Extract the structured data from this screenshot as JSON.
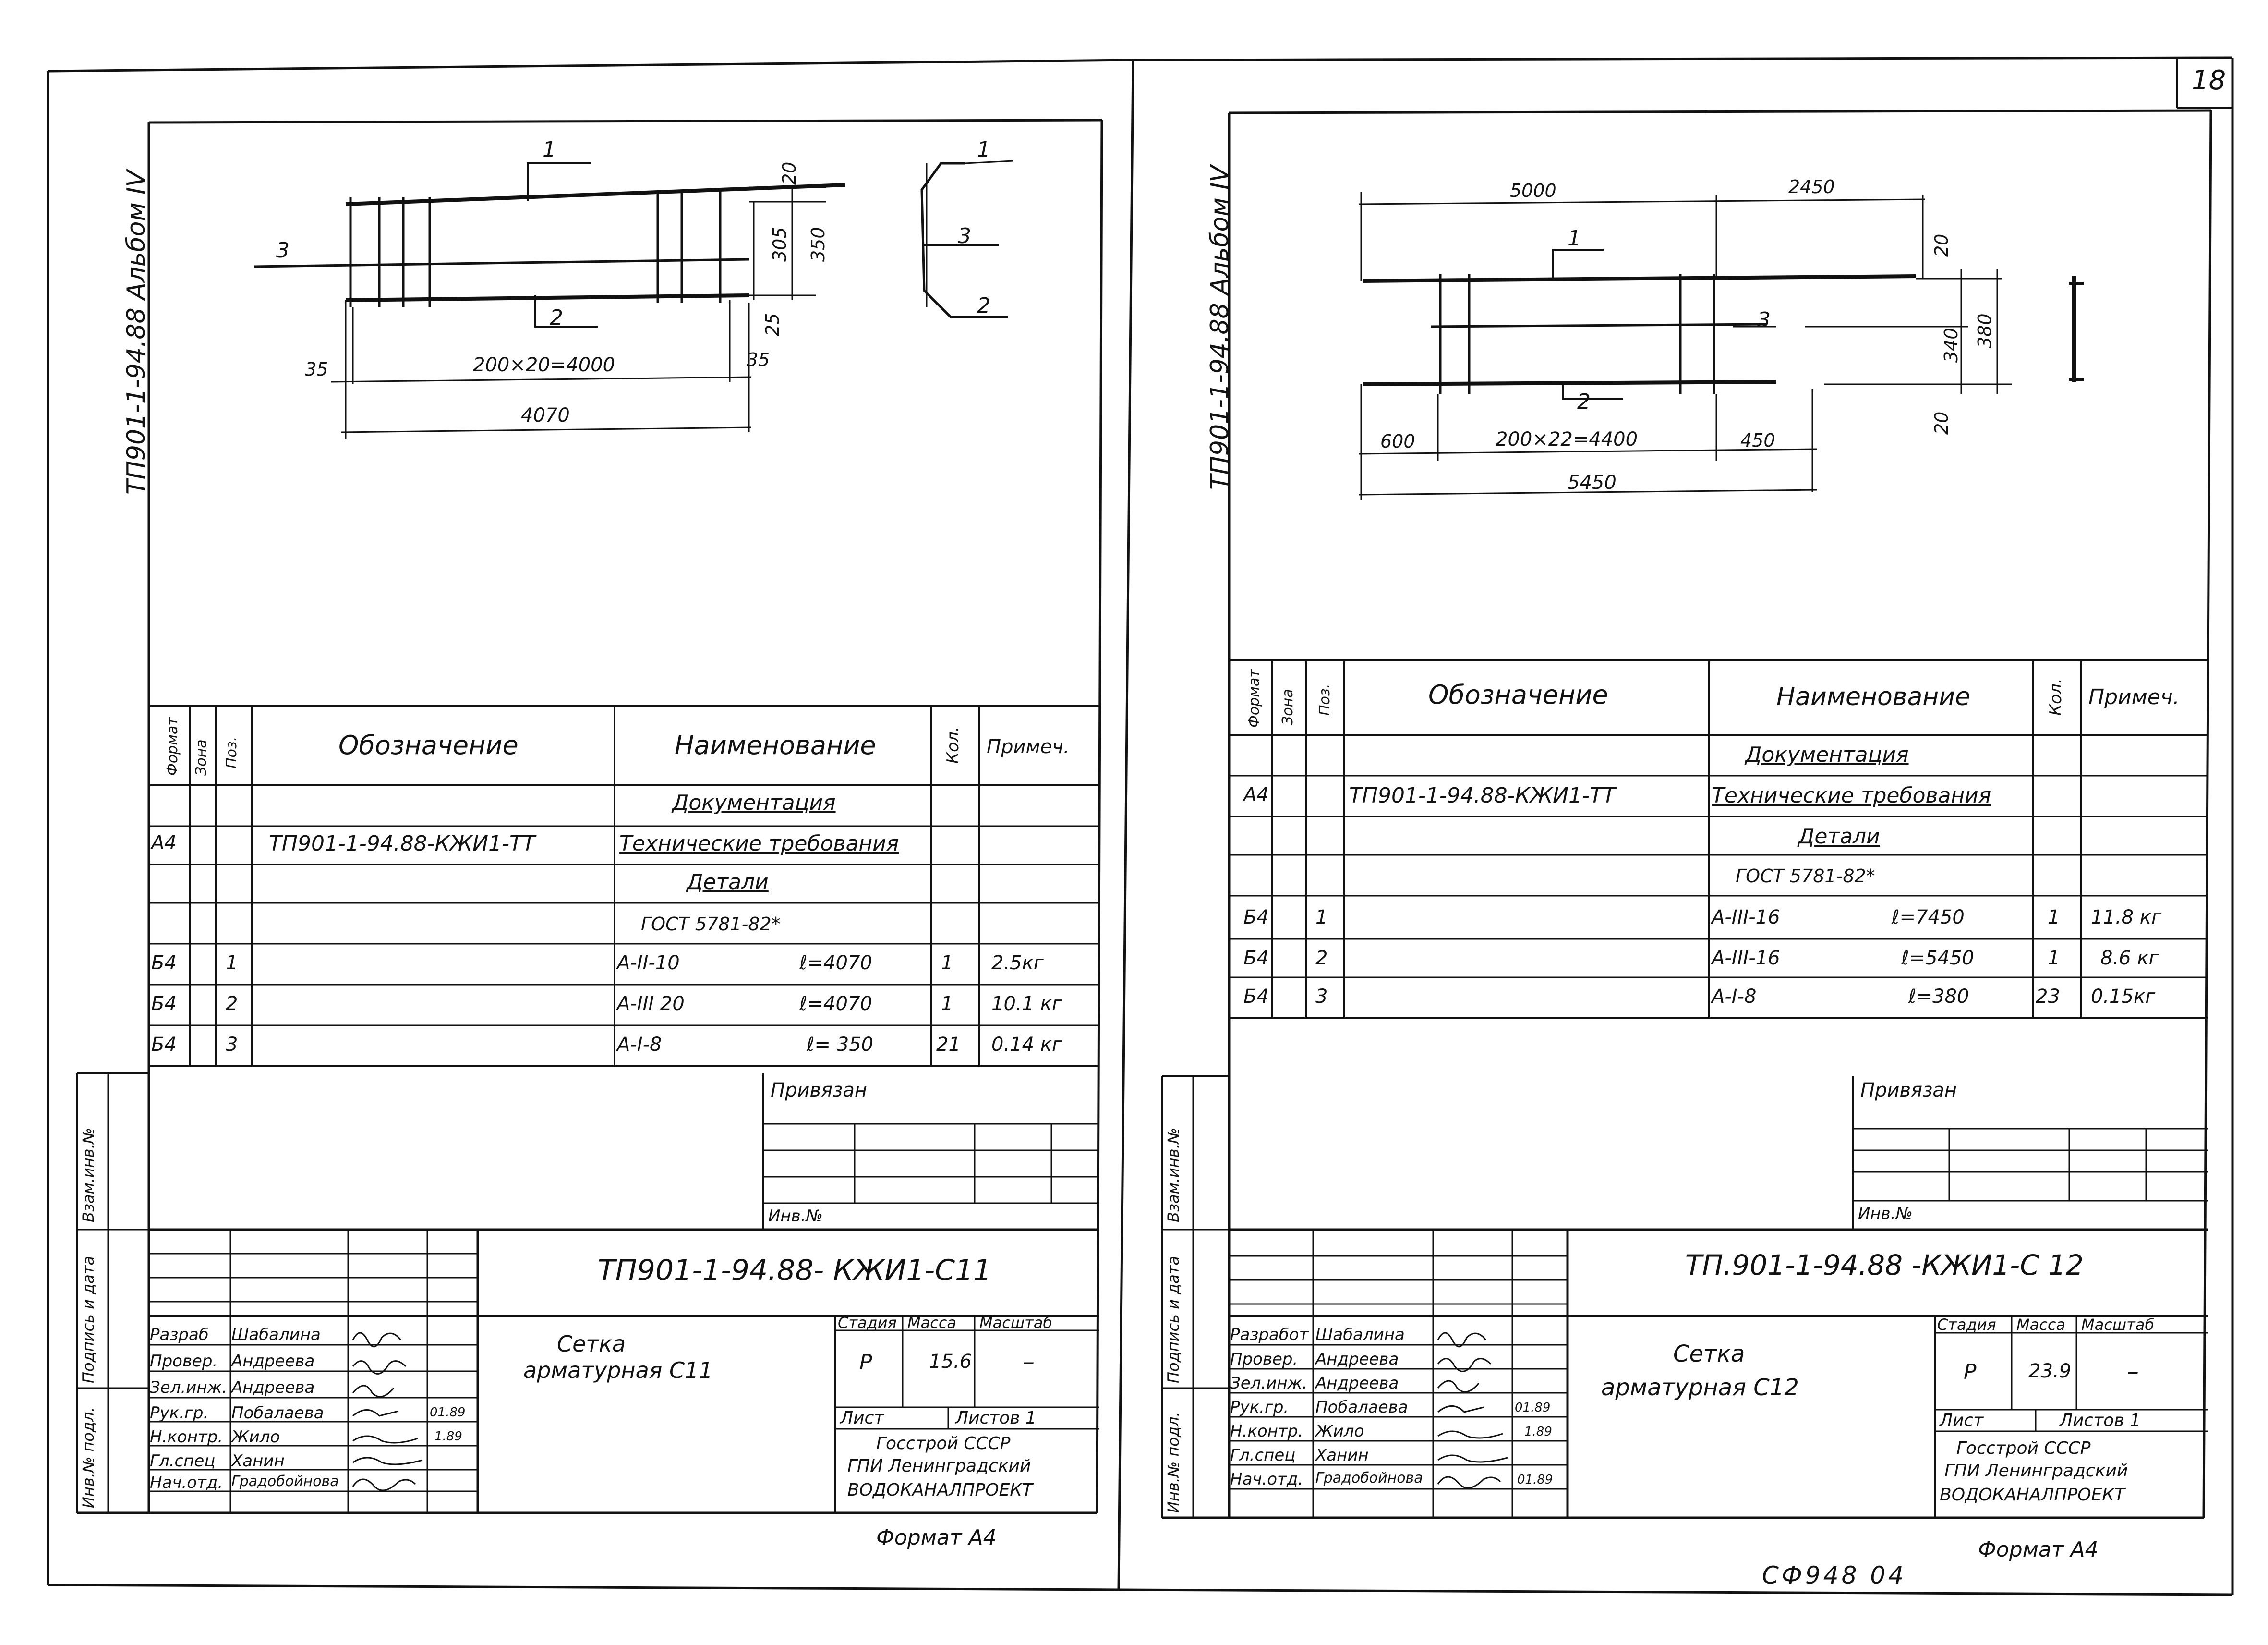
{
  "page_number": "18",
  "footer_code": "СФ948 04",
  "sheets": [
    {
      "side_label": "ТП901-1-94.88 Альбом IV",
      "dims": {
        "d1": "20",
        "d2": "305",
        "d3": "350",
        "d4": "25",
        "d5": "35",
        "d6": "35",
        "d7": "200×20=4000",
        "d8": "4070"
      },
      "pos_marks": {
        "p1": "1",
        "p2": "2",
        "p3": "3"
      },
      "section_marks": {
        "s1": "1",
        "s2": "2",
        "s3": "3"
      },
      "spec_headers": {
        "format": "Формат",
        "zone": "Зона",
        "pos": "Поз.",
        "designation": "Обозначение",
        "name": "Наименование",
        "qty": "Кол.",
        "note": "Примеч."
      },
      "spec_rows": [
        {
          "format": "",
          "zone": "",
          "pos": "",
          "designation": "",
          "name": "Документация",
          "length": "",
          "qty": "",
          "note": ""
        },
        {
          "format": "А4",
          "zone": "",
          "pos": "",
          "designation": "ТП901-1-94.88-КЖИ1-ТТ",
          "name": "Технические требования",
          "length": "",
          "qty": "",
          "note": ""
        },
        {
          "format": "",
          "zone": "",
          "pos": "",
          "designation": "",
          "name": "Детали",
          "length": "",
          "qty": "",
          "note": ""
        },
        {
          "format": "",
          "zone": "",
          "pos": "",
          "designation": "",
          "name": "ГОСТ 5781-82*",
          "length": "",
          "qty": "",
          "note": ""
        },
        {
          "format": "Б4",
          "zone": "",
          "pos": "1",
          "designation": "",
          "name": "А-II-10",
          "length": "ℓ=4070",
          "qty": "1",
          "note": "2.5кг"
        },
        {
          "format": "Б4",
          "zone": "",
          "pos": "2",
          "designation": "",
          "name": "А-III 20",
          "length": "ℓ=4070",
          "qty": "1",
          "note": "10.1 кг"
        },
        {
          "format": "Б4",
          "zone": "",
          "pos": "3",
          "designation": "",
          "name": "А-I-8",
          "length": "ℓ= 350",
          "qty": "21",
          "note": "0.14 кг"
        }
      ],
      "privyazan": "Привязан",
      "inv_no": "Инв.№",
      "side_stamp": {
        "a": "Взам.инв.№",
        "b": "Подпись и дата",
        "c": "Инв.№ подл."
      },
      "doc_code": "ТП901-1-94.88- КЖИ1-С11",
      "title_line1": "Сетка",
      "title_line2": "арматурная С11",
      "stage_label": "Стадия",
      "mass_label": "Масса",
      "scale_label": "Масштаб",
      "stage": "Р",
      "mass": "15.6",
      "scale": "–",
      "sheet_label": "Лист",
      "sheets_label": "Листов 1",
      "org1": "Госстрой СССР",
      "org2": "ГПИ Ленинградский",
      "org3": "ВОДОКАНАЛПРОЕКТ",
      "signers": [
        {
          "role": "Разраб",
          "name": "Шабалина",
          "date": ""
        },
        {
          "role": "Провер.",
          "name": "Андреева",
          "date": ""
        },
        {
          "role": "Зел.инж.",
          "name": "Андреева",
          "date": ""
        },
        {
          "role": "Рук.гр.",
          "name": "Побалаева",
          "date": "01.89"
        },
        {
          "role": "Н.контр.",
          "name": "Жило",
          "date": "1.89"
        },
        {
          "role": "Гл.спец",
          "name": "Ханин",
          "date": ""
        },
        {
          "role": "Нач.отд.",
          "name": "Градобойнова",
          "date": ""
        }
      ],
      "format_label": "Формат А4"
    },
    {
      "side_label": "ТП901-1-94.88 Альбом IV",
      "dims": {
        "d1": "5000",
        "d2": "2450",
        "d3": "20",
        "d4": "340",
        "d5": "380",
        "d6": "20",
        "d7": "600",
        "d8": "200×22=4400",
        "d9": "450",
        "d10": "5450"
      },
      "pos_marks": {
        "p1": "1",
        "p2": "2",
        "p3": "3"
      },
      "spec_headers": {
        "format": "Формат",
        "zone": "Зона",
        "pos": "Поз.",
        "designation": "Обозначение",
        "name": "Наименование",
        "qty": "Кол.",
        "note": "Примеч."
      },
      "spec_rows": [
        {
          "format": "",
          "zone": "",
          "pos": "",
          "designation": "",
          "name": "Документация",
          "length": "",
          "qty": "",
          "note": ""
        },
        {
          "format": "А4",
          "zone": "",
          "pos": "",
          "designation": "ТП901-1-94.88-КЖИ1-ТТ",
          "name": "Технические требования",
          "length": "",
          "qty": "",
          "note": ""
        },
        {
          "format": "",
          "zone": "",
          "pos": "",
          "designation": "",
          "name": "Детали",
          "length": "",
          "qty": "",
          "note": ""
        },
        {
          "format": "",
          "zone": "",
          "pos": "",
          "designation": "",
          "name": "ГОСТ 5781-82*",
          "length": "",
          "qty": "",
          "note": ""
        },
        {
          "format": "Б4",
          "zone": "",
          "pos": "1",
          "designation": "",
          "name": "А-III-16",
          "length": "ℓ=7450",
          "qty": "1",
          "note": "11.8 кг"
        },
        {
          "format": "Б4",
          "zone": "",
          "pos": "2",
          "designation": "",
          "name": "А-III-16",
          "length": "ℓ=5450",
          "qty": "1",
          "note": "8.6 кг"
        },
        {
          "format": "Б4",
          "zone": "",
          "pos": "3",
          "designation": "",
          "name": "А-I-8",
          "length": "ℓ=380",
          "qty": "23",
          "note": "0.15кг"
        }
      ],
      "privyazan": "Привязан",
      "inv_no": "Инв.№",
      "side_stamp": {
        "a": "Взам.инв.№",
        "b": "Подпись и дата",
        "c": "Инв.№ подл."
      },
      "doc_code": "ТП.901-1-94.88 -КЖИ1-С 12",
      "title_line1": "Сетка",
      "title_line2": "арматурная С12",
      "stage_label": "Стадия",
      "mass_label": "Масса",
      "scale_label": "Масштаб",
      "stage": "Р",
      "mass": "23.9",
      "scale": "–",
      "sheet_label": "Лист",
      "sheets_label": "Листов 1",
      "org1": "Госстрой СССР",
      "org2": "ГПИ Ленинградский",
      "org3": "ВОДОКАНАЛПРОЕКТ",
      "signers": [
        {
          "role": "Разработ",
          "name": "Шабалина",
          "date": ""
        },
        {
          "role": "Провер.",
          "name": "Андреева",
          "date": ""
        },
        {
          "role": "Зел.инж.",
          "name": "Андреева",
          "date": ""
        },
        {
          "role": "Рук.гр.",
          "name": "Побалаева",
          "date": "01.89"
        },
        {
          "role": "Н.контр.",
          "name": "Жило",
          "date": "1.89"
        },
        {
          "role": "Гл.спец",
          "name": "Ханин",
          "date": ""
        },
        {
          "role": "Нач.отд.",
          "name": "Градобойнова",
          "date": "01.89"
        }
      ],
      "format_label": "Формат А4"
    }
  ]
}
